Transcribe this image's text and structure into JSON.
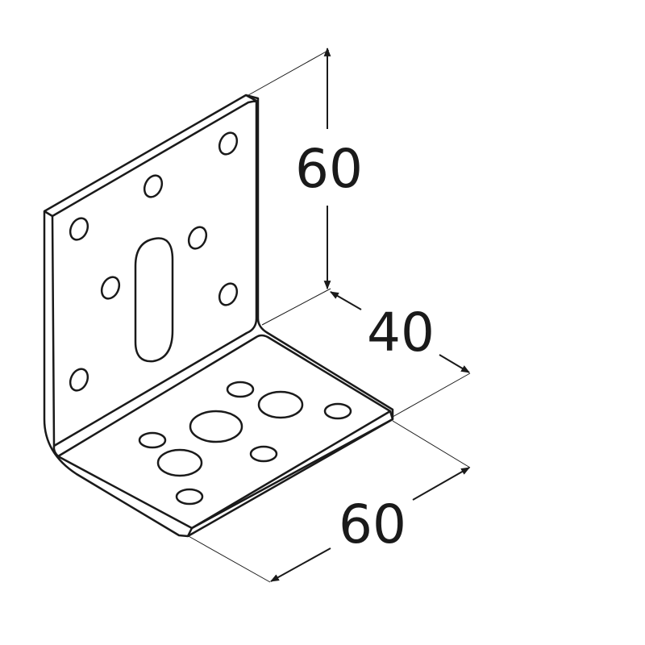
{
  "dimensions": {
    "height": "60",
    "depth": "40",
    "width": "60"
  },
  "colors": {
    "line": "#1a1a1a",
    "fill": "#ffffff"
  }
}
